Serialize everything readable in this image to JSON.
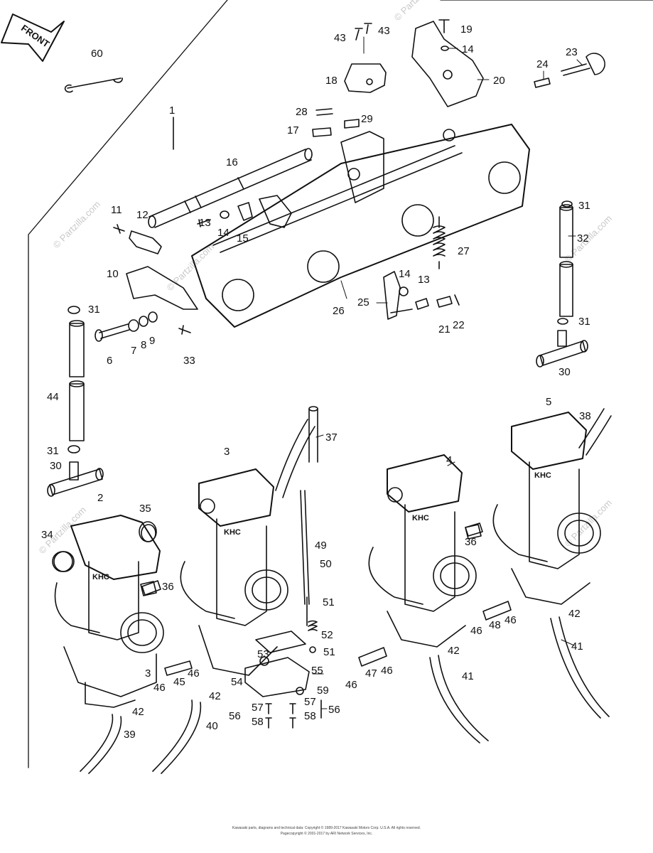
{
  "direction_badge": "FRONT",
  "callouts": [
    {
      "id": "c60",
      "text": "60"
    },
    {
      "id": "c1",
      "text": "1"
    },
    {
      "id": "c43a",
      "text": "43"
    },
    {
      "id": "c43b",
      "text": "43"
    },
    {
      "id": "c19",
      "text": "19"
    },
    {
      "id": "c14a",
      "text": "14"
    },
    {
      "id": "c18",
      "text": "18"
    },
    {
      "id": "c20",
      "text": "20"
    },
    {
      "id": "c24",
      "text": "24"
    },
    {
      "id": "c23",
      "text": "23"
    },
    {
      "id": "c28",
      "text": "28"
    },
    {
      "id": "c29",
      "text": "29"
    },
    {
      "id": "c17",
      "text": "17"
    },
    {
      "id": "c16",
      "text": "16"
    },
    {
      "id": "c11",
      "text": "11"
    },
    {
      "id": "c12",
      "text": "12"
    },
    {
      "id": "c13a",
      "text": "13"
    },
    {
      "id": "c14b",
      "text": "14"
    },
    {
      "id": "c15",
      "text": "15"
    },
    {
      "id": "c27",
      "text": "27"
    },
    {
      "id": "c31a",
      "text": "31"
    },
    {
      "id": "c32",
      "text": "32"
    },
    {
      "id": "c10",
      "text": "10"
    },
    {
      "id": "c14c",
      "text": "14"
    },
    {
      "id": "c13b",
      "text": "13"
    },
    {
      "id": "c25",
      "text": "25"
    },
    {
      "id": "c26",
      "text": "26"
    },
    {
      "id": "c21",
      "text": "21"
    },
    {
      "id": "c22",
      "text": "22"
    },
    {
      "id": "c31b",
      "text": "31"
    },
    {
      "id": "c31c",
      "text": "31"
    },
    {
      "id": "c7",
      "text": "7"
    },
    {
      "id": "c8",
      "text": "8"
    },
    {
      "id": "c9",
      "text": "9"
    },
    {
      "id": "c6",
      "text": "6"
    },
    {
      "id": "c33",
      "text": "33"
    },
    {
      "id": "c30a",
      "text": "30"
    },
    {
      "id": "c44",
      "text": "44"
    },
    {
      "id": "c31d",
      "text": "31"
    },
    {
      "id": "c30b",
      "text": "30"
    },
    {
      "id": "c5",
      "text": "5"
    },
    {
      "id": "c38",
      "text": "38"
    },
    {
      "id": "c37",
      "text": "37"
    },
    {
      "id": "c3",
      "text": "3"
    },
    {
      "id": "c4",
      "text": "4"
    },
    {
      "id": "c2",
      "text": "2"
    },
    {
      "id": "c35",
      "text": "35"
    },
    {
      "id": "c34",
      "text": "34"
    },
    {
      "id": "c49",
      "text": "49"
    },
    {
      "id": "c36a",
      "text": "36"
    },
    {
      "id": "c36b",
      "text": "36"
    },
    {
      "id": "c50",
      "text": "50"
    },
    {
      "id": "c51a",
      "text": "51"
    },
    {
      "id": "c52",
      "text": "52"
    },
    {
      "id": "c51b",
      "text": "51"
    },
    {
      "id": "c53",
      "text": "53"
    },
    {
      "id": "c55",
      "text": "55"
    },
    {
      "id": "c54",
      "text": "54"
    },
    {
      "id": "c59",
      "text": "59"
    },
    {
      "id": "c46a",
      "text": "46"
    },
    {
      "id": "c48",
      "text": "48"
    },
    {
      "id": "c46b",
      "text": "46"
    },
    {
      "id": "c42a",
      "text": "42"
    },
    {
      "id": "c41a",
      "text": "41"
    },
    {
      "id": "c42b",
      "text": "42"
    },
    {
      "id": "c47",
      "text": "47"
    },
    {
      "id": "c46c",
      "text": "46"
    },
    {
      "id": "c46d",
      "text": "46"
    },
    {
      "id": "c41b",
      "text": "41"
    },
    {
      "id": "c3b",
      "text": "3"
    },
    {
      "id": "c46e",
      "text": "46"
    },
    {
      "id": "c45",
      "text": "45"
    },
    {
      "id": "c46f",
      "text": "46"
    },
    {
      "id": "c42c",
      "text": "42"
    },
    {
      "id": "c42d",
      "text": "42"
    },
    {
      "id": "c57a",
      "text": "57"
    },
    {
      "id": "c57b",
      "text": "57"
    },
    {
      "id": "c56a",
      "text": "56"
    },
    {
      "id": "c56b",
      "text": "56"
    },
    {
      "id": "c58a",
      "text": "58"
    },
    {
      "id": "c58b",
      "text": "58"
    },
    {
      "id": "c39",
      "text": "39"
    },
    {
      "id": "c40",
      "text": "40"
    }
  ],
  "carb_badge": "KHC",
  "watermark": "© Partzilla.com",
  "footer": {
    "line1": "Kawasaki parts, diagrams and technical data: Copyright © 1989-2017 Kawasaki Motors Corp. U.S.A. All rights reserved.",
    "line2": "Pagecopyright © 2001-2017 by ARI Network Services, Inc."
  }
}
